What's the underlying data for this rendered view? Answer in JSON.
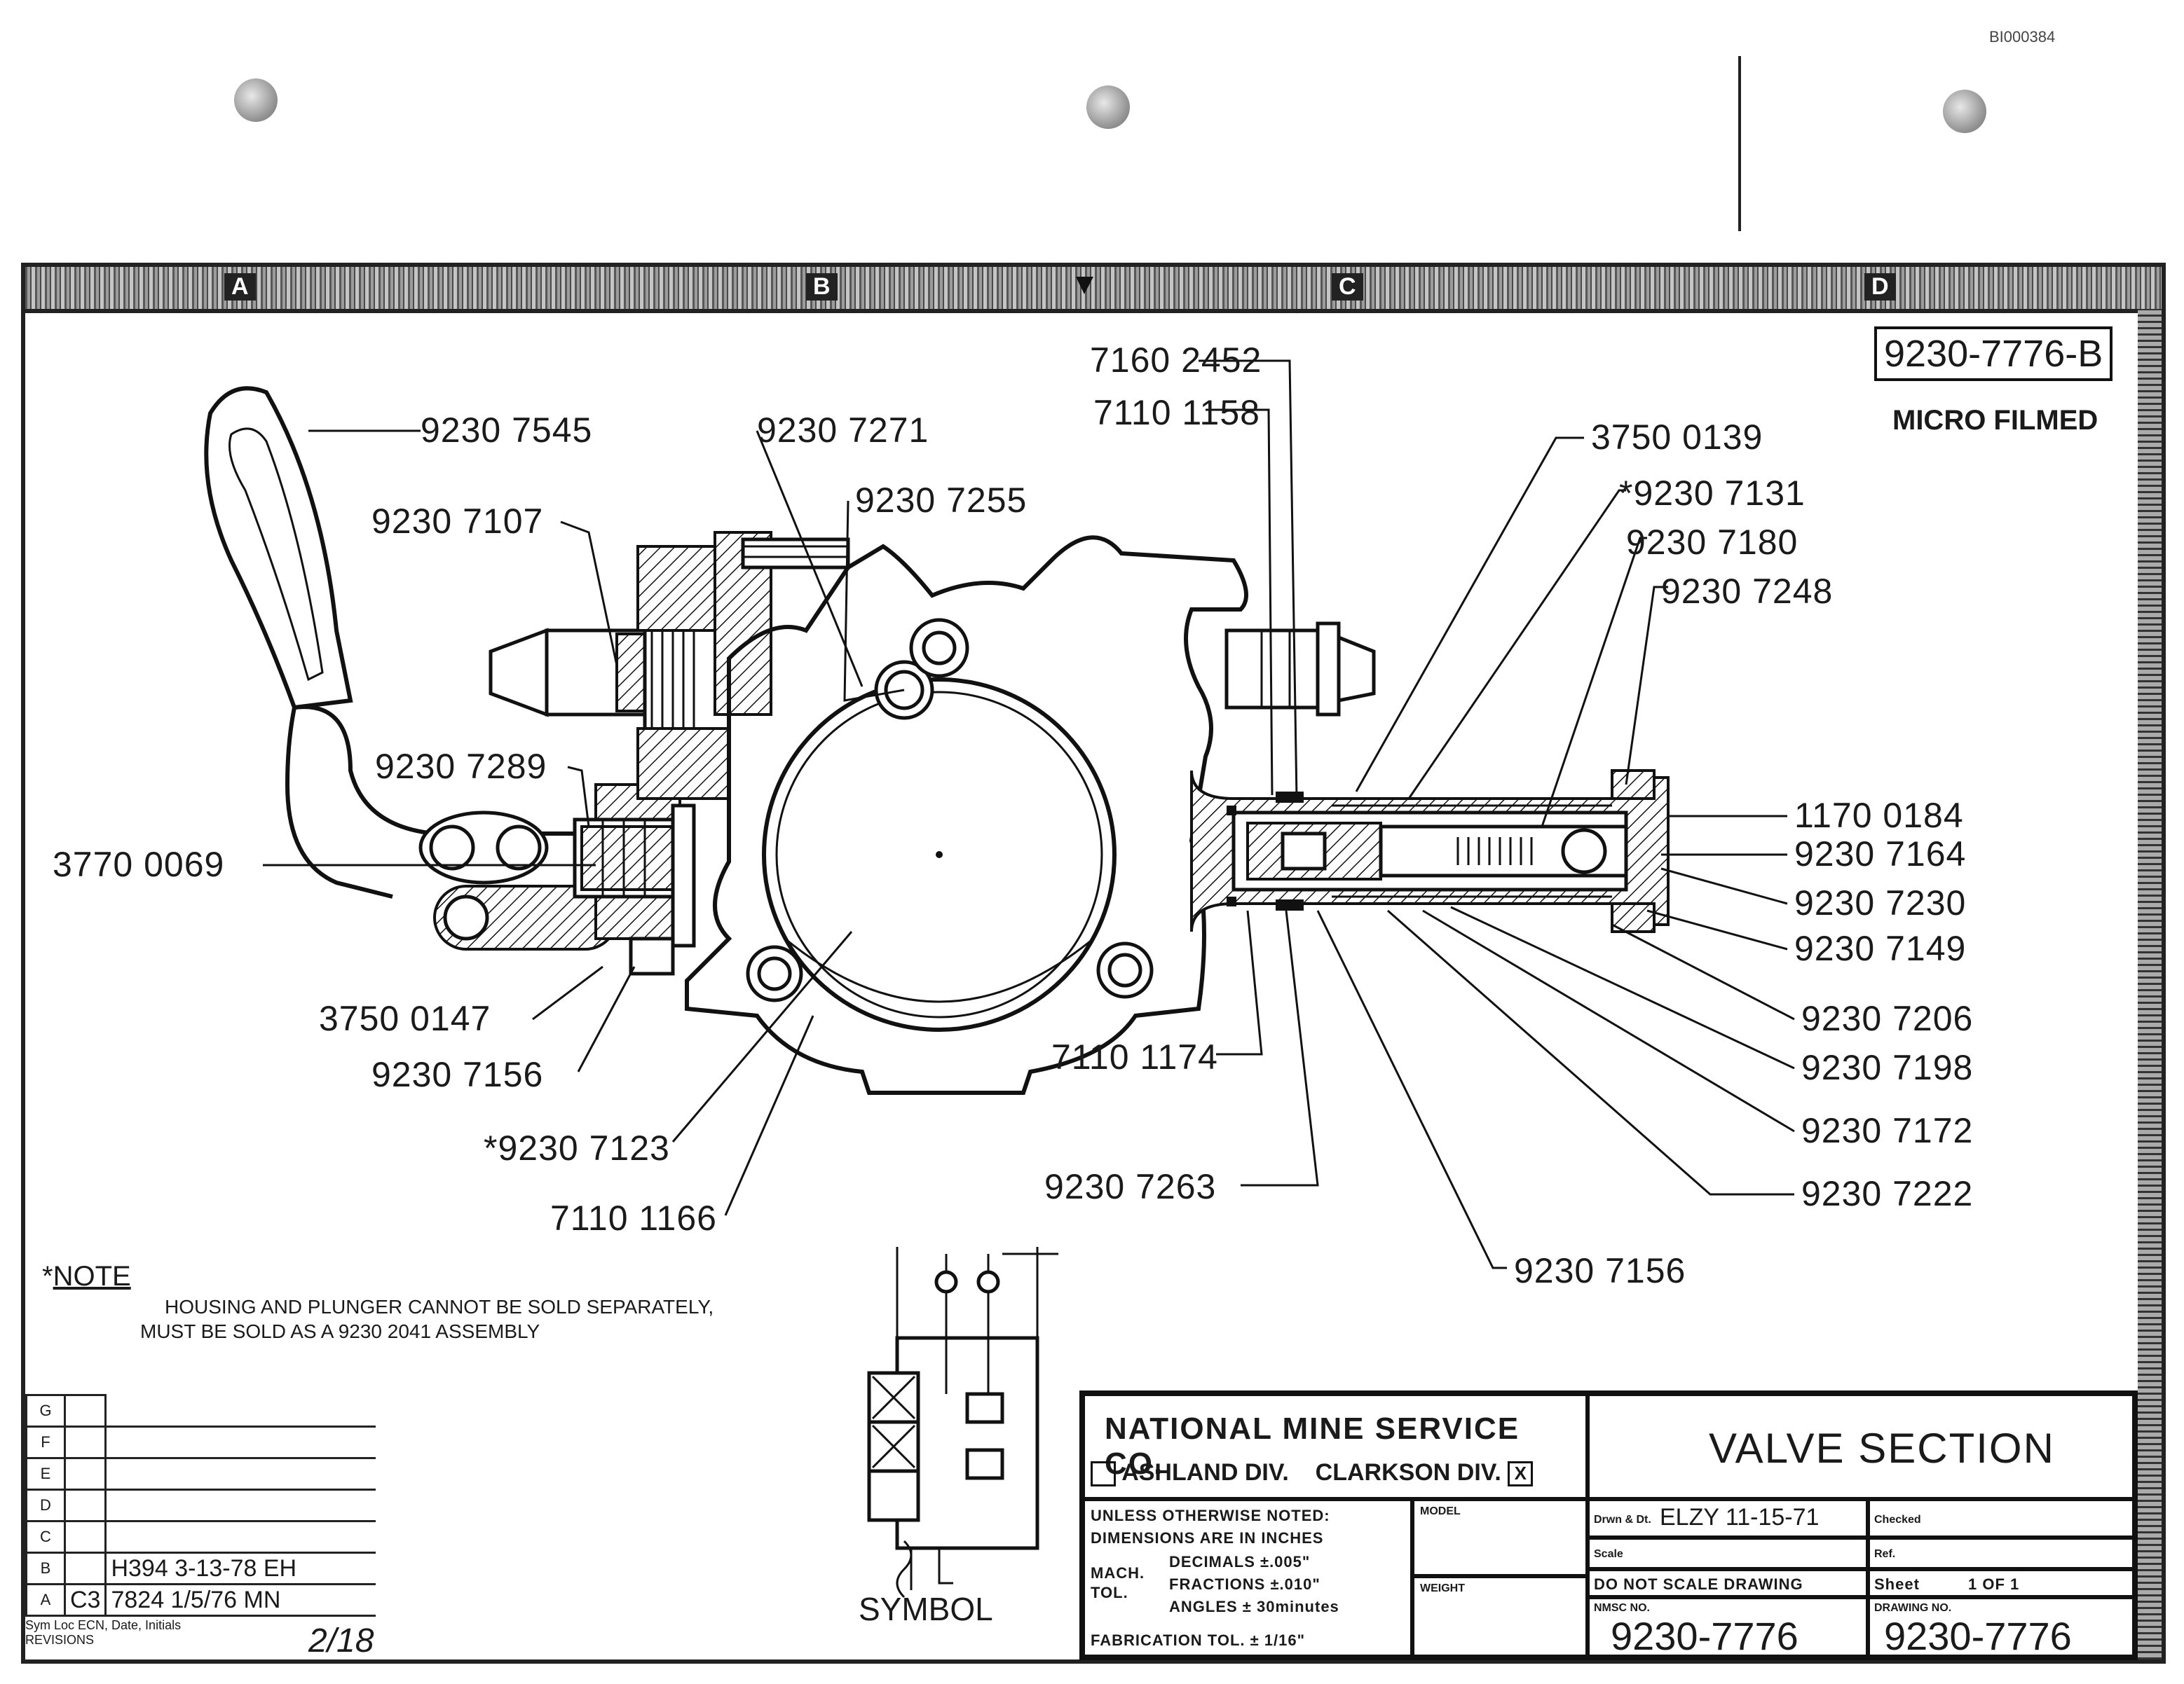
{
  "corner_id": "BI000384",
  "zones": [
    "A",
    "B",
    "C",
    "D"
  ],
  "drawing_number_box": "9230-7776-B",
  "microfilmed_stamp": "MICRO FILMED",
  "part_labels": {
    "lever": "9230 7545",
    "plug_top": "9230 7271",
    "detent": "9230 7255",
    "spring_left": "9230 7107",
    "pin_a": "7160 2452",
    "pin_b": "7110 1158",
    "oring_right": "3750 0139",
    "housing_star": "*9230 7131",
    "seat": "9230 7180",
    "cap_spring": "9230 7248",
    "bushing_left": "9230 7289",
    "screw_left": "3770 0069",
    "oring_left": "3750 0147",
    "plunger_left": "9230 7156",
    "body_star": "*9230 7123",
    "oring_body": "7110 1166",
    "oring_mid": "7110 1174",
    "washer": "9230 7263",
    "plunger_right": "9230 7156",
    "r1": "1170 0184",
    "r2": "9230 7164",
    "r3": "9230 7230",
    "r4": "9230 7149",
    "r5": "9230 7206",
    "r6": "9230 7198",
    "r7": "9230 7172",
    "r8": "9230 7222"
  },
  "note": {
    "marker": "*",
    "title": "NOTE",
    "line1": "HOUSING AND PLUNGER CANNOT BE SOLD SEPARATELY,",
    "line2": "MUST BE SOLD AS A 9230 2041 ASSEMBLY"
  },
  "revisions": {
    "letters": [
      "G",
      "F",
      "E",
      "D",
      "C",
      "B",
      "A"
    ],
    "rows": [
      {
        "letter": "G",
        "loc": "",
        "text": ""
      },
      {
        "letter": "F",
        "loc": "",
        "text": ""
      },
      {
        "letter": "E",
        "loc": "",
        "text": ""
      },
      {
        "letter": "D",
        "loc": "",
        "text": ""
      },
      {
        "letter": "C",
        "loc": "",
        "text": ""
      },
      {
        "letter": "B",
        "loc": "",
        "text": "H394  3-13-78  EH"
      },
      {
        "letter": "A",
        "loc": "C3",
        "text": "7824  1/5/76  MN"
      }
    ],
    "footer": "Sym Loc ECN, Date, Initials",
    "footer2": "REVISIONS",
    "signature_date": "2/18"
  },
  "symbol_label": "SYMBOL",
  "title_block": {
    "company": "NATIONAL MINE SERVICE CO.",
    "division_a": "ASHLAND DIV.",
    "division_b": "CLARKSON DIV.",
    "division_b_mark": "X",
    "title": "VALVE SECTION",
    "tolerances": {
      "l1": "UNLESS OTHERWISE NOTED:",
      "l2": "DIMENSIONS ARE IN INCHES",
      "mach": "MACH.",
      "tol": "TOL.",
      "dec": "DECIMALS ±.005\"",
      "frac": "FRACTIONS ±.010\"",
      "ang": "ANGLES ± 30minutes",
      "fab": "FABRICATION TOL. ± 1/16\""
    },
    "model_label": "MODEL",
    "weight_label": "WEIGHT",
    "drawn_label": "Drwn & Dt.",
    "drawn_value": "ELZY 11-15-71",
    "checked_label": "Checked",
    "scale_label": "Scale",
    "ref_label": "Ref.",
    "noscale": "DO NOT SCALE DRAWING",
    "sheet_label": "Sheet",
    "sheet_value": "1  OF  1",
    "nmsc_label": "NMSC NO.",
    "nmsc_value": "9230-7776",
    "drawno_label": "DRAWING NO.",
    "drawno_value": "9230-7776"
  }
}
